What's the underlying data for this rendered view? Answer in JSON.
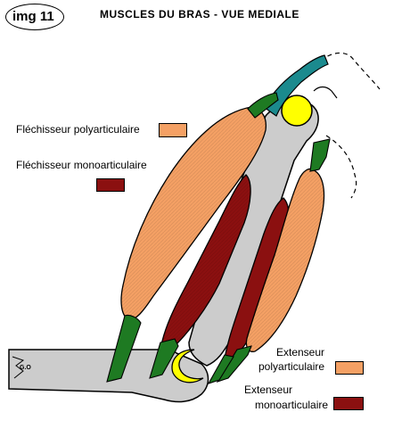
{
  "header": {
    "badge": "img 11",
    "title": "MUSCLES DU BRAS - VUE MEDIALE"
  },
  "legend": {
    "flex_poly": "Fléchisseur polyarticulaire",
    "flex_mono": "Fléchisseur monoarticulaire",
    "ext_poly_line1": "Extenseur",
    "ext_poly_line2": "polyarticulaire",
    "ext_mono_line1": "Extenseur",
    "ext_mono_line2": "monoarticulaire"
  },
  "bone_mark": "G.O",
  "colors": {
    "polyarticular": "#f4a064",
    "monoarticular": "#8b1010",
    "bone": "#cccccc",
    "tendon": "#1e7a22",
    "ligament": "#1b8a8e",
    "joint": "#ffff00"
  }
}
